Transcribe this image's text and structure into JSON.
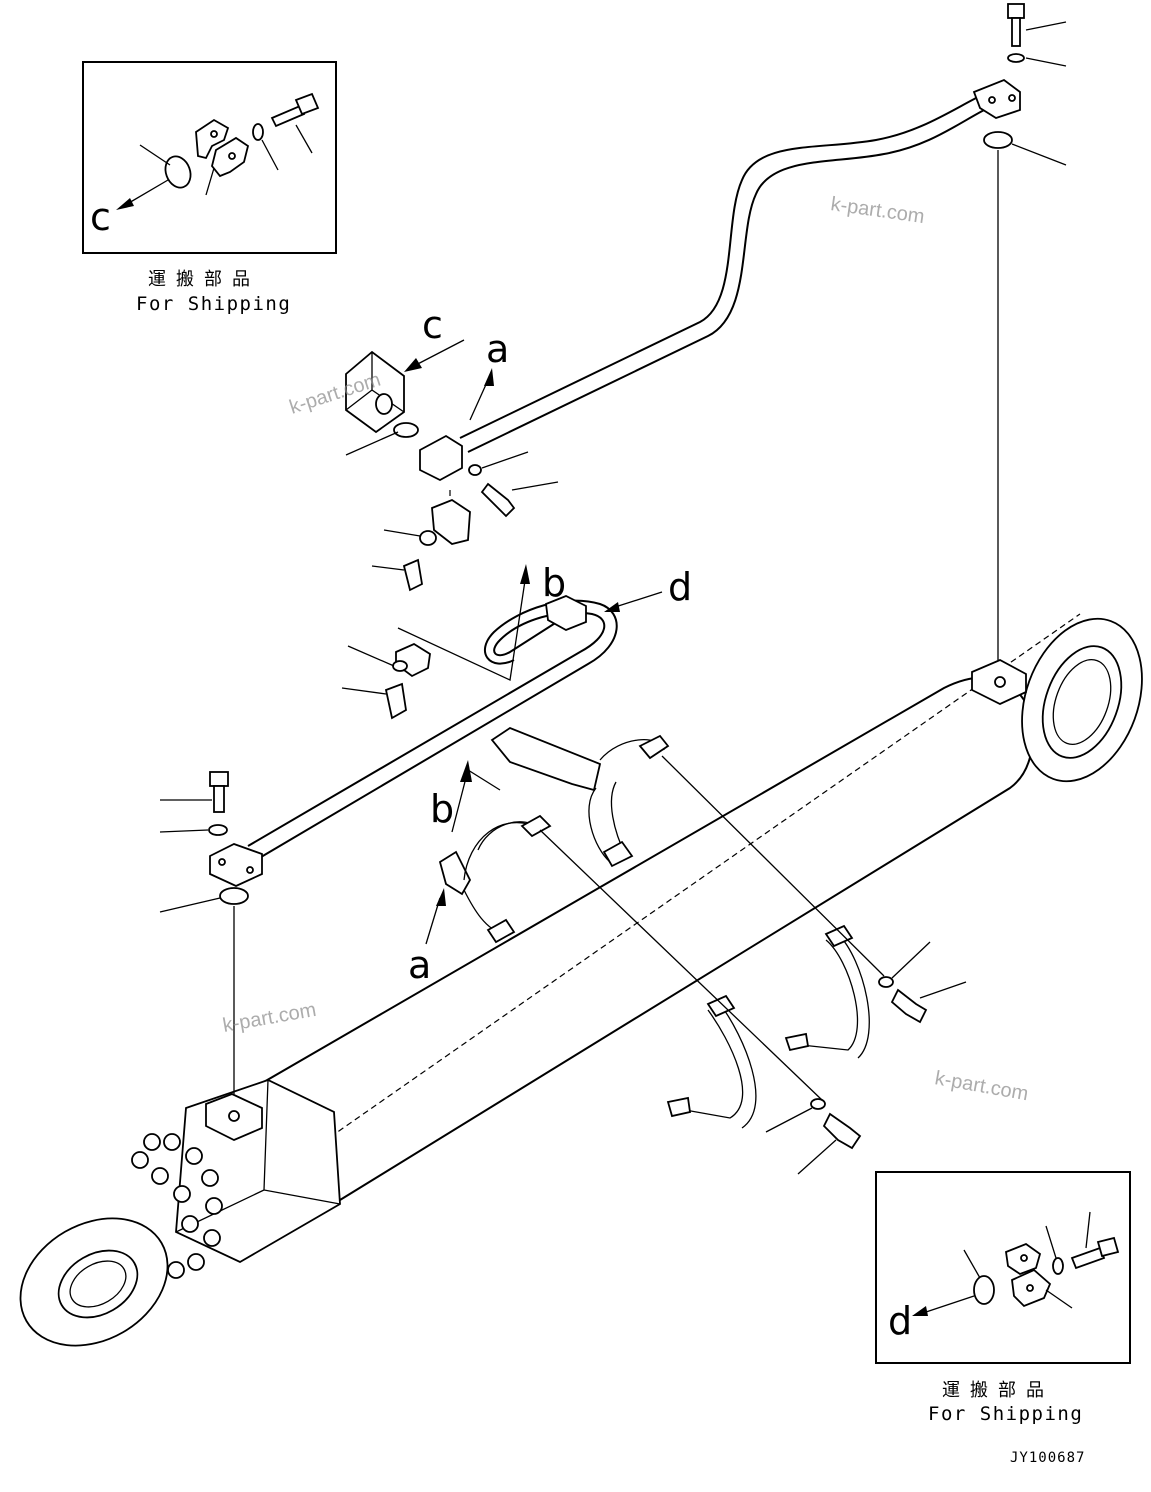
{
  "labels": {
    "c_top_inset": "c",
    "c_main": "c",
    "a_upper": "a",
    "b_upper": "b",
    "d_upper": "d",
    "b_lower": "b",
    "a_lower": "a",
    "d_bottom_inset": "d"
  },
  "insets": {
    "top_left": {
      "jp": "運搬部品",
      "en": "For Shipping"
    },
    "bottom_right": {
      "jp": "運搬部品",
      "en": "For Shipping"
    }
  },
  "watermarks": [
    "k-part.com",
    "k-part.com",
    "k-part.com",
    "k-part.com"
  ],
  "drawing_code": "JY100687"
}
